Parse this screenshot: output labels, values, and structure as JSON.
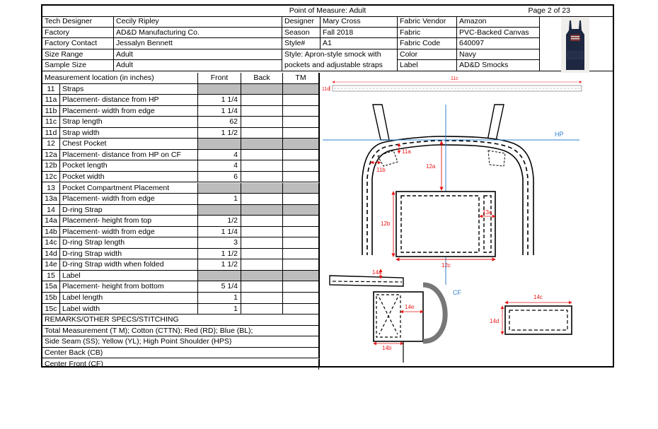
{
  "header": {
    "title": "Point of Measure: Adult",
    "page": "Page 2 of 23"
  },
  "info": {
    "col1": [
      {
        "label": "Tech Designer",
        "value": "Cecily Ripley"
      },
      {
        "label": "Factory",
        "value": "AD&D Manufacturing Co."
      },
      {
        "label": "Factory Contact",
        "value": "Jessalyn Bennett"
      },
      {
        "label": "Size Range",
        "value": "Adult"
      },
      {
        "label": "Sample Size",
        "value": "Adult"
      }
    ],
    "col2": [
      {
        "label": "Designer",
        "value": "Mary Cross"
      },
      {
        "label": "Season",
        "value": "Fall 2018"
      },
      {
        "label": "Style#",
        "value": "A1"
      },
      {
        "label": "Style:  Apron-style smock with",
        "value": ""
      },
      {
        "label": "pockets and adjustable straps",
        "value": ""
      }
    ],
    "col3": [
      {
        "label": "Fabric Vendor",
        "value": "Amazon"
      },
      {
        "label": "Fabric",
        "value": "PVC-Backed Canvas"
      },
      {
        "label": "Fabric Code",
        "value": "640097"
      },
      {
        "label": "Color",
        "value": "Navy"
      },
      {
        "label": "Label",
        "value": "AD&D Smocks"
      }
    ]
  },
  "table": {
    "headers": [
      "Measurement location (in inches)",
      "Front",
      "Back",
      "TM"
    ],
    "rows": [
      {
        "code": "11",
        "desc": "Straps",
        "front": "",
        "section": true
      },
      {
        "code": "11a",
        "desc": "Placement- distance from HP",
        "front": "1 1/4",
        "section": false
      },
      {
        "code": "11b",
        "desc": "Placement- width from edge",
        "front": "1 1/4",
        "section": false
      },
      {
        "code": "11c",
        "desc": "Strap length",
        "front": "62",
        "section": false
      },
      {
        "code": "11d",
        "desc": "Strap width",
        "front": "1 1/2",
        "section": false
      },
      {
        "code": "12",
        "desc": "Chest Pocket",
        "front": "",
        "section": true
      },
      {
        "code": "12a",
        "desc": "Placement- distance from HP on CF",
        "front": "4",
        "section": false
      },
      {
        "code": "12b",
        "desc": "Pocket length",
        "front": "4",
        "section": false
      },
      {
        "code": "12c",
        "desc": "Pocket width",
        "front": "6",
        "section": false
      },
      {
        "code": "13",
        "desc": "Pocket Compartment Placement",
        "front": "",
        "section": true
      },
      {
        "code": "13a",
        "desc": "Placement- width from edge",
        "front": "1",
        "section": false
      },
      {
        "code": "14",
        "desc": "D-ring Strap",
        "front": "",
        "section": true
      },
      {
        "code": "14a",
        "desc": "Placement- height from top",
        "front": "1/2",
        "section": false
      },
      {
        "code": "14b",
        "desc": "Placement- width from edge",
        "front": "1 1/4",
        "section": false
      },
      {
        "code": "14c",
        "desc": "D-ring Strap length",
        "front": "3",
        "section": false
      },
      {
        "code": "14d",
        "desc": "D-ring Strap width",
        "front": "1 1/2",
        "section": false
      },
      {
        "code": "14e",
        "desc": "D-ring Strap width when folded",
        "front": "1 1/2",
        "section": false
      },
      {
        "code": "15",
        "desc": "Label",
        "front": "",
        "section": true
      },
      {
        "code": "15a",
        "desc": "Placement- height from bottom",
        "front": "5 1/4",
        "section": false
      },
      {
        "code": "15b",
        "desc": "Label length",
        "front": "1",
        "section": false
      },
      {
        "code": "15c",
        "desc": "Label width",
        "front": "1",
        "section": false
      }
    ]
  },
  "remarks": [
    "REMARKS/OTHER SPECS/STITCHING",
    "Total Measurement (T M); Cotton (CTTN); Red (RD); Blue (BL);",
    "Side Seam (SS); Yellow (YL); High Point Shoulder (HPS)",
    "Center Back (CB)",
    "Center Front (CF)"
  ],
  "diagram": {
    "labels": {
      "strap_len": "11c",
      "strap_w": "11d",
      "hp": "HP",
      "cf": "CF",
      "a11": "11a",
      "b11": "11b",
      "a12": "12a",
      "b12": "12b",
      "c12": "12c",
      "a13": "13a",
      "a14": "14a",
      "b14": "14b",
      "e14": "14e",
      "c14": "14c",
      "d14": "14d"
    }
  },
  "colors": {
    "red": "#e81818",
    "blue": "#2f7fd0",
    "gray": "#bdbdbd"
  }
}
